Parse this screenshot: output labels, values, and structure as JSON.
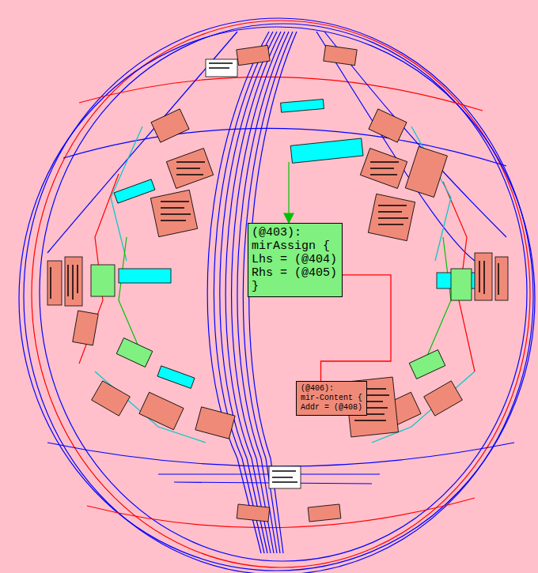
{
  "diagram": {
    "nodes": [
      {
        "text": [
          "(@403):",
          "mirAssign {",
          "Lhs = (@404)",
          "Rhs = (@405)",
          "}"
        ]
      },
      {
        "text": [
          "(@406):",
          "mir-Content {",
          "Addr = (@408)"
        ]
      }
    ],
    "edges": [
      {
        "from": 0,
        "to": 1,
        "arrow": "none"
      }
    ]
  }
}
